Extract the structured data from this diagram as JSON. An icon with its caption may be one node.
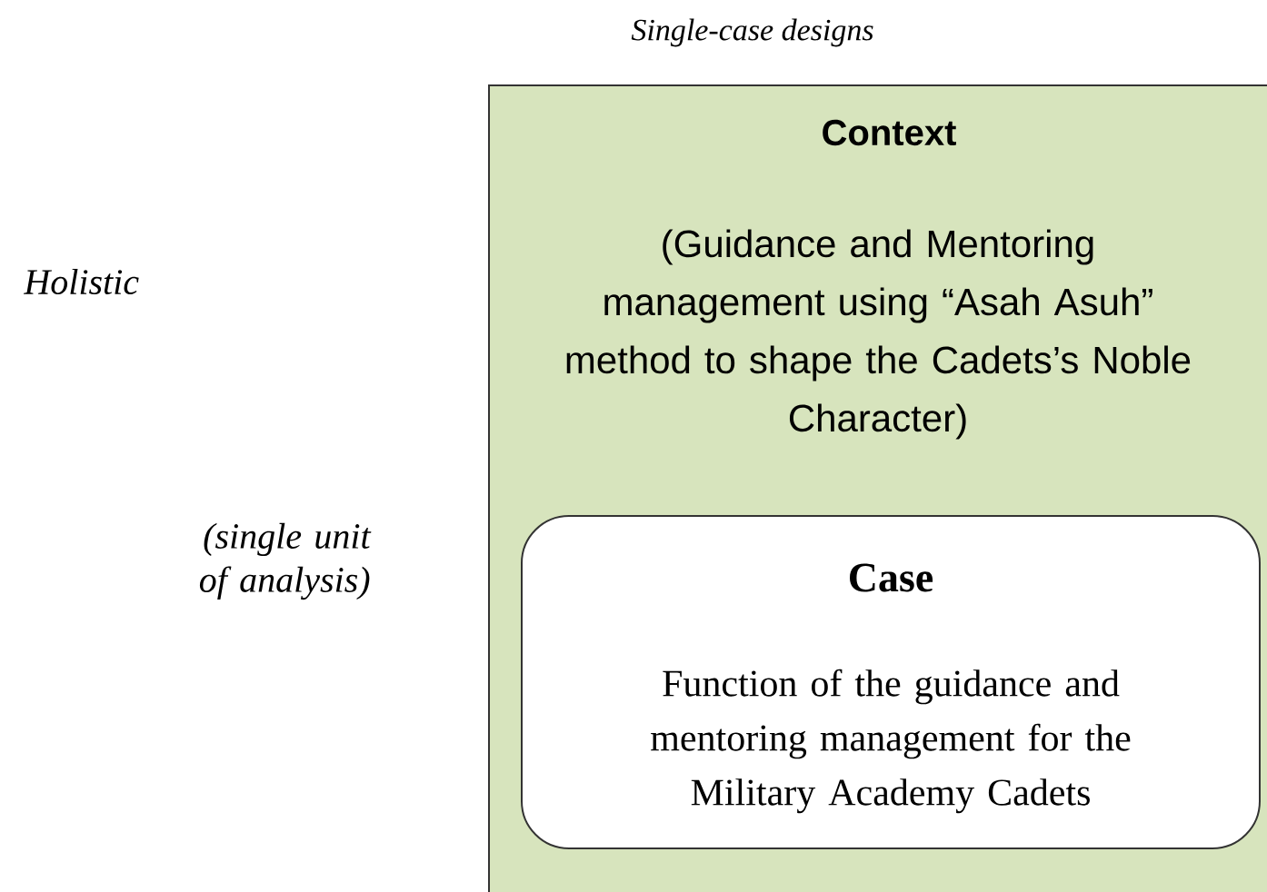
{
  "diagram": {
    "title": "Single-case designs",
    "nodes": [
      {
        "text": [
          "Context",
          "(Guidance and Mentoring management using “Asah Asuh” method to shape the Cadets’s Noble Character)"
        ]
      },
      {
        "text": [
          "Case",
          "Function of the guidance and mentoring management for the Military Academy Cadets"
        ],
        "in": 0
      }
    ],
    "labels": [
      "Holistic",
      "(single unit of analysis)"
    ]
  }
}
